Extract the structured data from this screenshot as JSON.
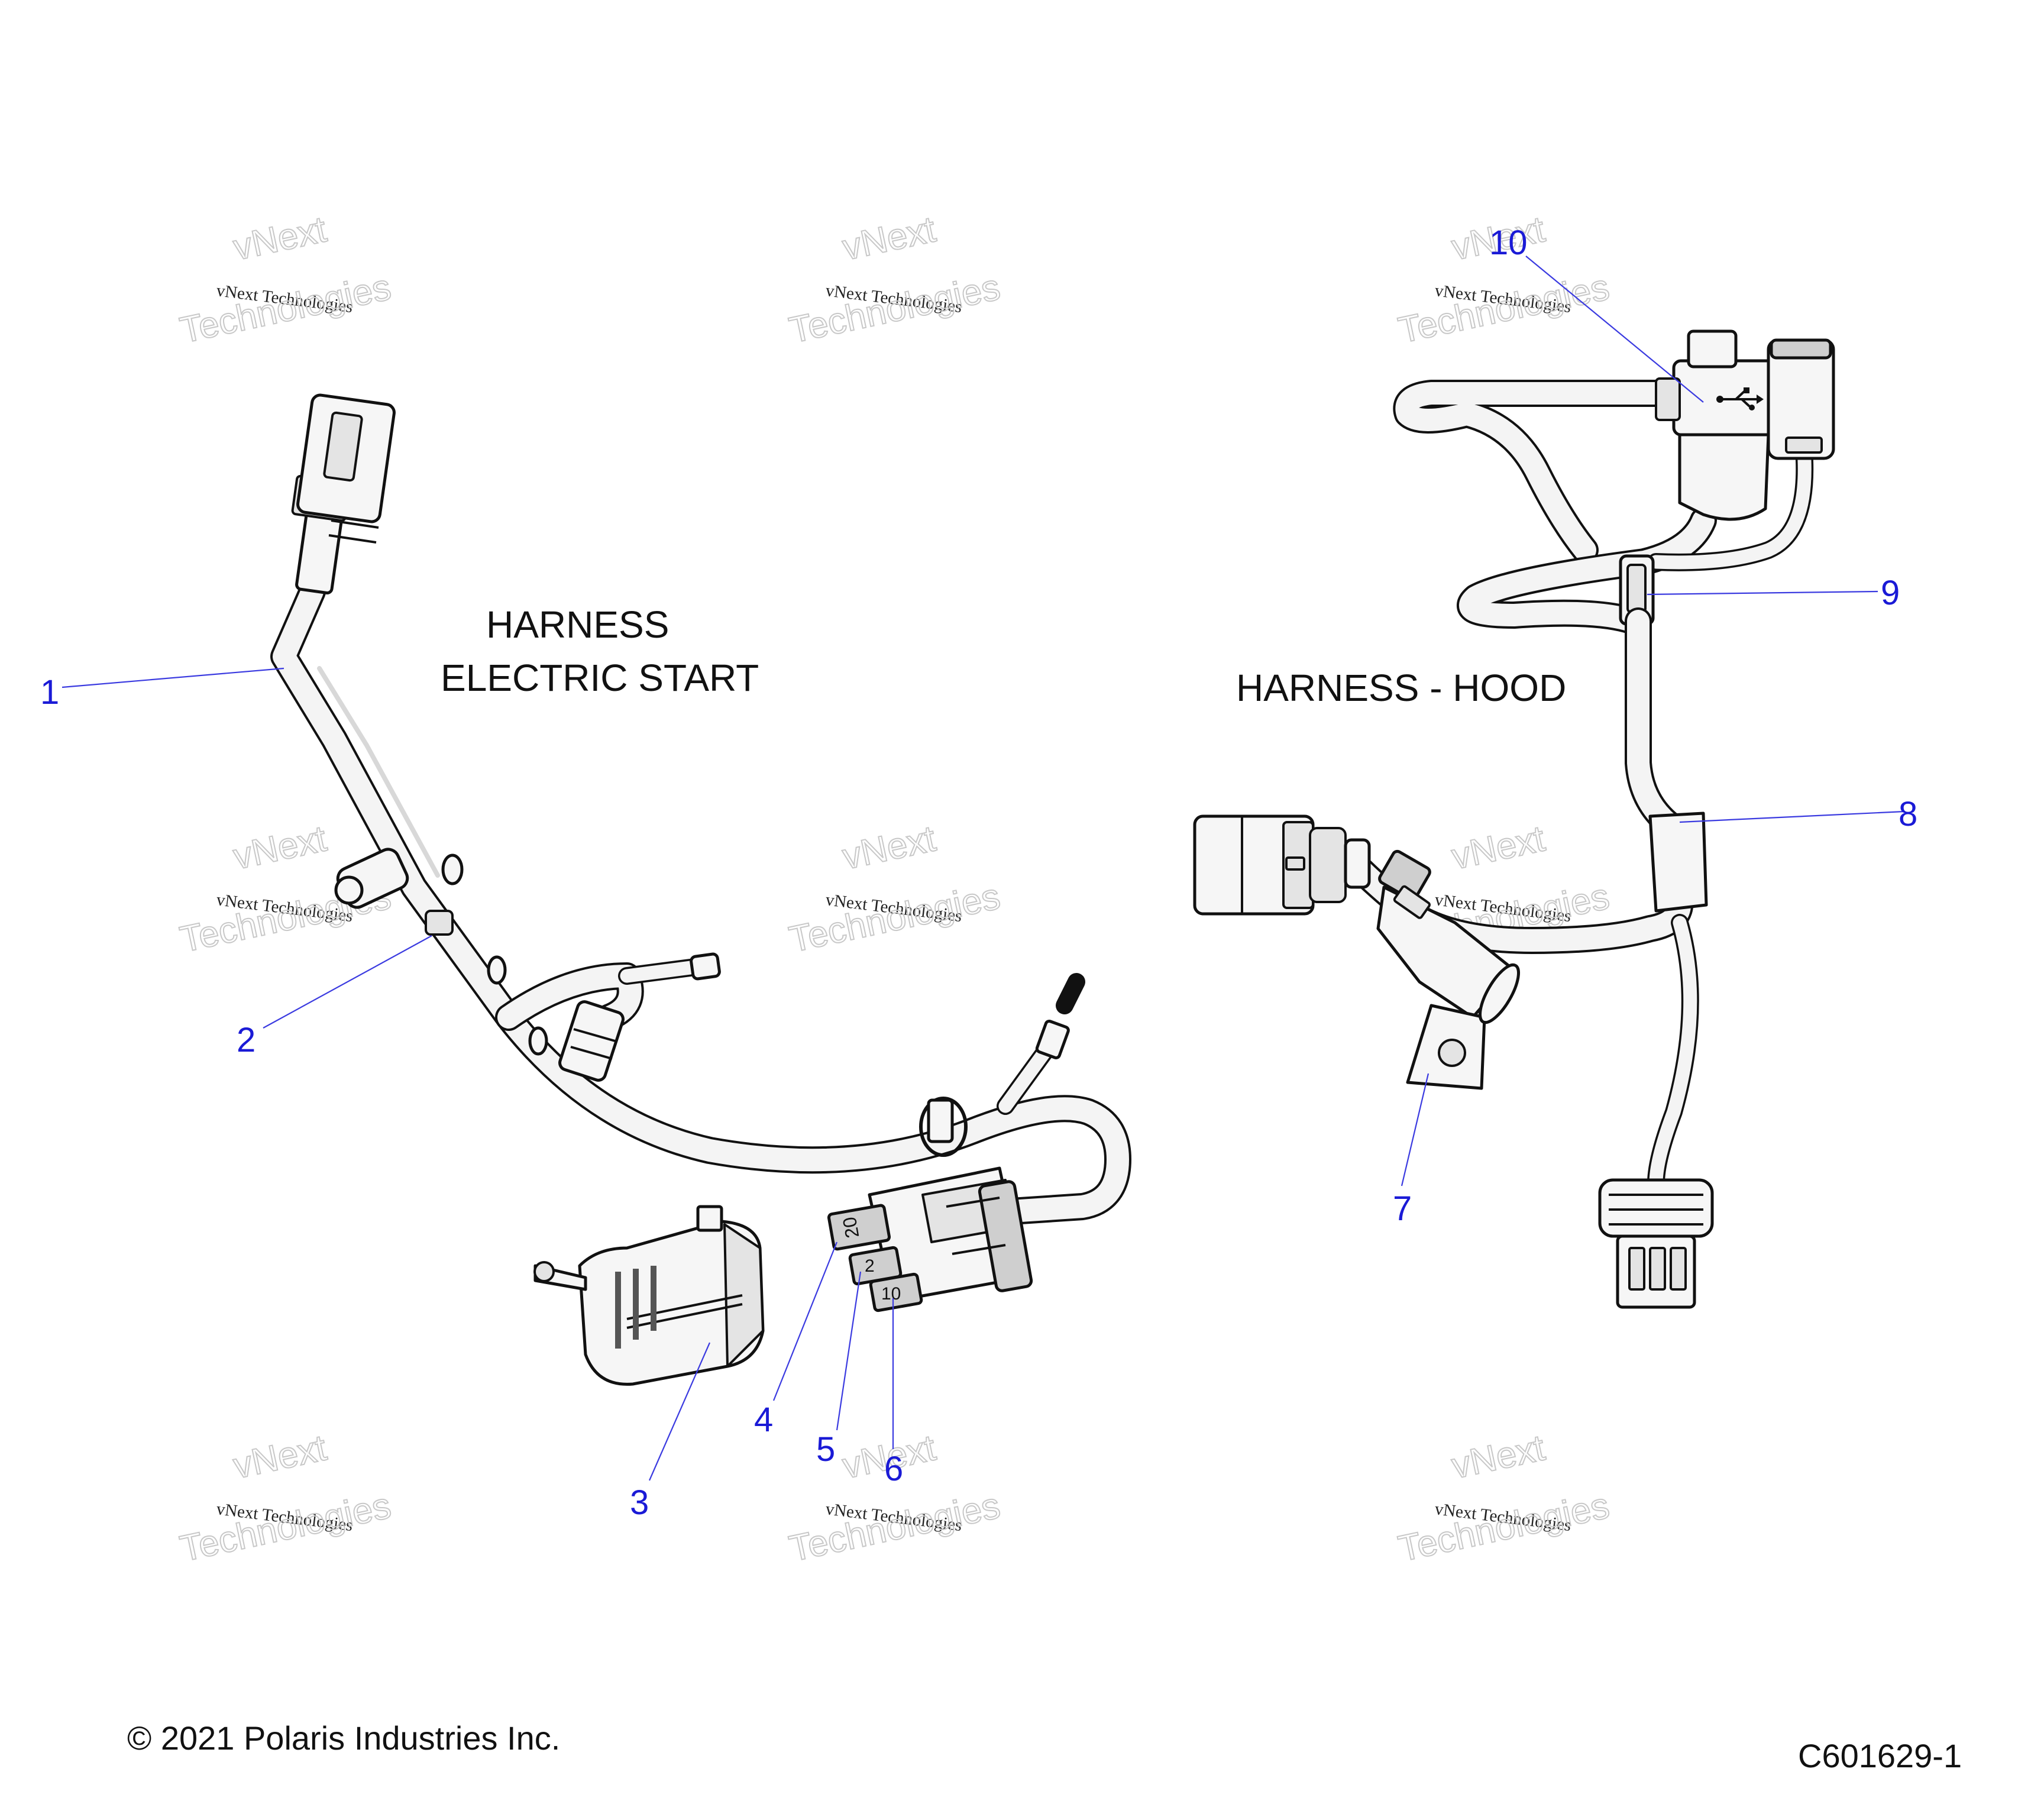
{
  "labels": {
    "harness_es_line1": "HARNESS",
    "harness_es_line2": "ELECTRIC START",
    "harness_hood": "HARNESS - HOOD"
  },
  "callouts": [
    "1",
    "2",
    "3",
    "4",
    "5",
    "6",
    "7",
    "8",
    "9",
    "10"
  ],
  "watermark": {
    "line1": "vNext",
    "line2": "vNext Technologies",
    "line3": "Technologies"
  },
  "part_markings": {
    "fuse_4": "20",
    "fuse_5": "2",
    "fuse_6": "10"
  },
  "footer": {
    "copyright": "© 2021 Polaris Industries Inc.",
    "code": "C601629-1"
  },
  "colors": {
    "callout": "#1a1ad6",
    "leader": "#3a3ae0",
    "linework": "#111111",
    "watermark": "#c8c8c8"
  },
  "icons": [
    "usb-icon"
  ]
}
